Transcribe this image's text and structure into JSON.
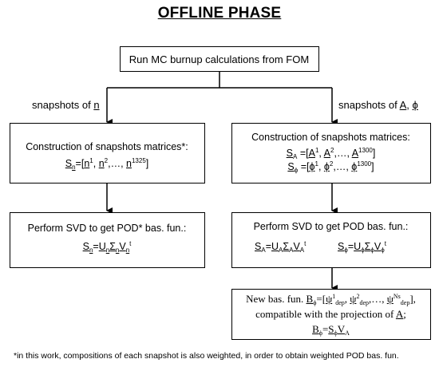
{
  "title": "OFFLINE PHASE",
  "top_box": {
    "label": "Run MC burnup calculations from FOM"
  },
  "left_branch": {
    "label_prefix": "snapshots of ",
    "label_var": "n",
    "box1": {
      "line1": "Construction of snapshots matrices*:",
      "S": "S",
      "S_sub": "n",
      "eq": "=[",
      "v1": "n",
      "v1_sup": "1",
      "v2": "n",
      "v2_sup": "2",
      "dots": ",…, ",
      "vN": "n",
      "vN_sup": "1325",
      "close": "]"
    },
    "box2": {
      "line1": "Perform SVD to get POD* bas. fun.:",
      "S": "S",
      "S_sub": "n",
      "eq": "=",
      "U": "U",
      "U_sub": "n",
      "Sigma": "Σ",
      "Sigma_sub": "n",
      "V": "V",
      "V_sub": "n",
      "t": "t"
    }
  },
  "right_branch": {
    "label_prefix": "snapshots of ",
    "label_var1": "A",
    "label_sep": ", ",
    "label_var2": "ϕ",
    "box1": {
      "line1": "Construction of snapshots matrices:",
      "rowA": {
        "S": "S",
        "S_sub": "A",
        "eq": " =[",
        "v1": "A",
        "v1_sup": "1",
        "v2": "A",
        "v2_sup": "2",
        "dots": ",…, ",
        "vN": "A",
        "vN_sup": "1300",
        "close": "]"
      },
      "rowPhi": {
        "S": "S",
        "S_sub": "ϕ",
        "eq": " =[",
        "v1": "ϕ",
        "v1_sup": "1",
        "v2": "ϕ",
        "v2_sup": "2",
        "dots": ",…, ",
        "vN": "ϕ",
        "vN_sup": "1300",
        "close": "]"
      }
    },
    "box2": {
      "line1": "Perform SVD to get POD bas. fun.:",
      "eqA": {
        "S": "S",
        "S_sub": "A",
        "eq": "=",
        "U": "U",
        "U_sub": "A",
        "Sigma": "Σ",
        "Sigma_sub": "A",
        "V": "V",
        "V_sub": "A",
        "t": "t"
      },
      "eqPhi": {
        "S": "S",
        "S_sub": "ϕ",
        "eq": "=",
        "U": "U",
        "U_sub": "ϕ",
        "Sigma": "Σ",
        "Sigma_sub": "ϕ",
        "V": "V",
        "V_sub": "ϕ",
        "t": "t"
      }
    },
    "box3": {
      "l1_prefix": "New bas. fun. ",
      "B": "B",
      "B_sub": "ϕ",
      "l1_eq": "=[",
      "psi": "ψ",
      "p1_sup": "1",
      "dep": "dep",
      "p2_sup": "2",
      "dots": ",…, ",
      "pN_sup": "Ns",
      "l1_close": "],",
      "line2_prefix": "compatible with the projection of ",
      "line2_var": "A",
      "line2_suffix": ";",
      "l3_B": "B",
      "l3_B_sub": "ϕ",
      "l3_eq": "=",
      "l3_S": "S",
      "l3_S_sub": "ϕ",
      "l3_V": "V",
      "l3_V_sub": "A"
    }
  },
  "footnote": "*in this work, compositions of each snapshot is also weighted, in order to obtain weighted POD bas. fun."
}
